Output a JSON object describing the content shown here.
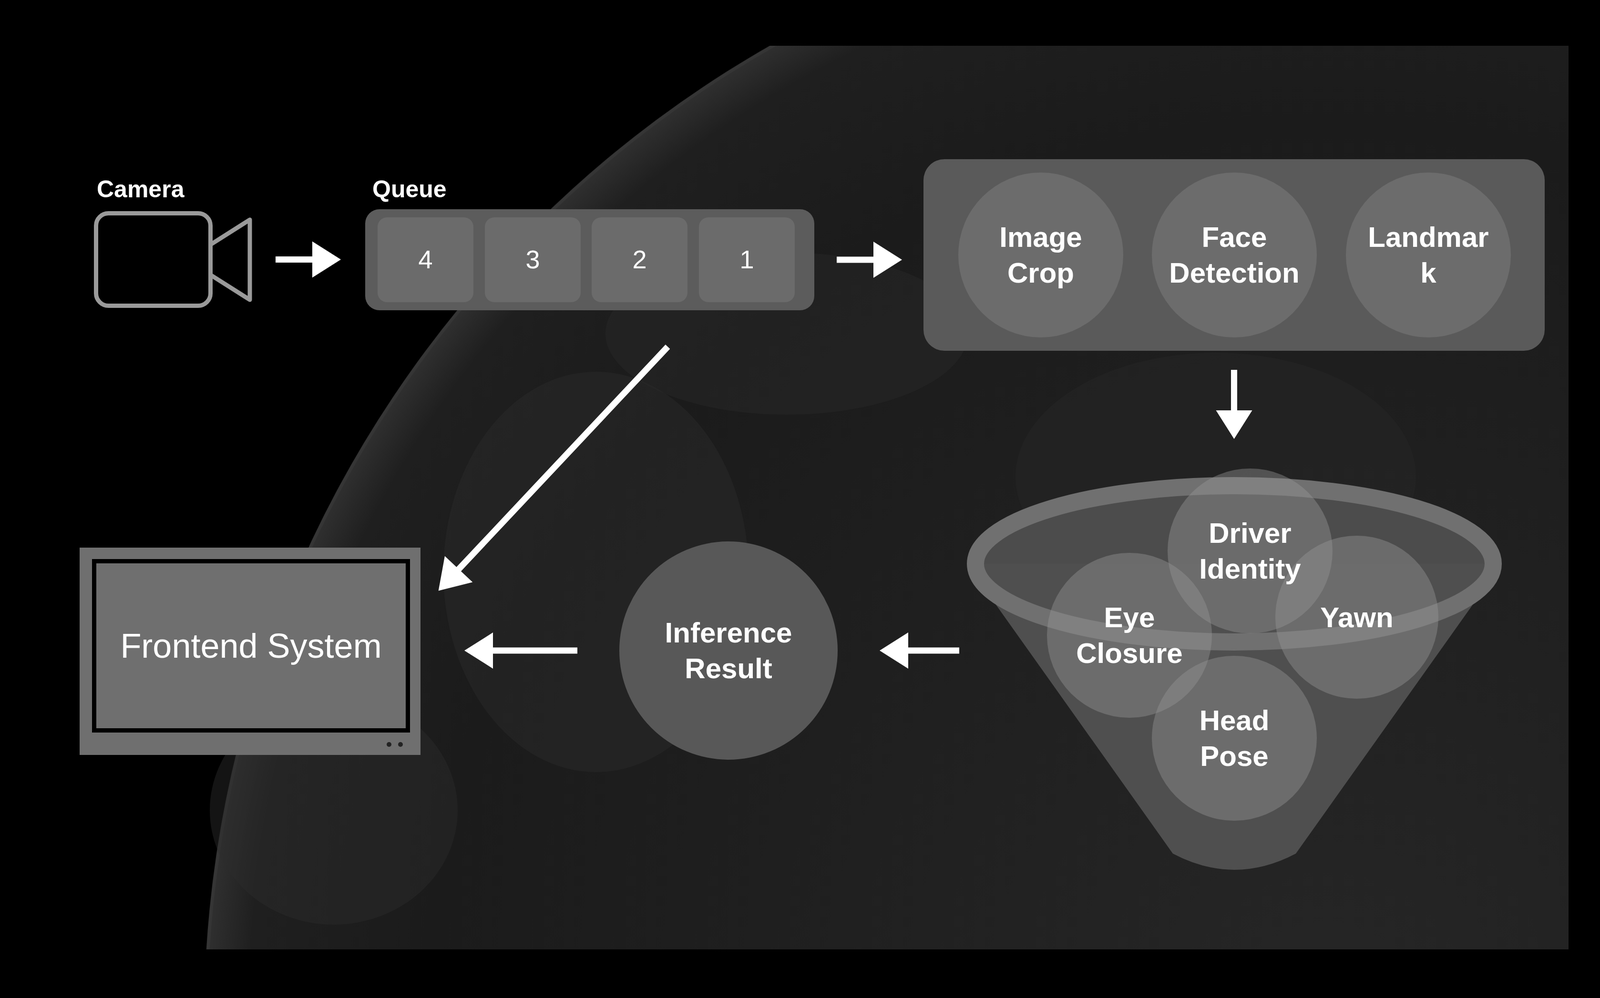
{
  "diagram": {
    "nodes": [
      {
        "text": [
          "Camera"
        ]
      },
      {
        "text": [
          "Queue"
        ]
      },
      {
        "text": [
          "4"
        ],
        "in": 1
      },
      {
        "text": [
          "3"
        ],
        "in": 1
      },
      {
        "text": [
          "2"
        ],
        "in": 1
      },
      {
        "text": [
          "1"
        ],
        "in": 1
      },
      {
        "text": []
      },
      {
        "text": [
          "Image Crop"
        ],
        "in": 6
      },
      {
        "text": [
          "Face Detection"
        ],
        "in": 6
      },
      {
        "text": [
          "Landmar k"
        ],
        "in": 6
      },
      {
        "text": [
          "Frontend System"
        ]
      },
      {
        "text": [
          "Inference Result"
        ]
      },
      {
        "text": []
      },
      {
        "text": [
          "Driver Identity"
        ],
        "in": 12
      },
      {
        "text": [
          "Eye Closure"
        ],
        "in": 12
      },
      {
        "text": [
          "Yawn"
        ],
        "in": 12
      },
      {
        "text": [
          "Head Pose"
        ],
        "in": 12
      }
    ],
    "edges": [
      {
        "from": 0,
        "to": 1,
        "arrow": "to"
      },
      {
        "from": 1,
        "to": 6,
        "arrow": "to"
      },
      {
        "from": 7,
        "to": 8,
        "arrow": "to"
      },
      {
        "from": 8,
        "to": 9,
        "arrow": "to"
      },
      {
        "from": 6,
        "to": 12,
        "arrow": "to"
      },
      {
        "from": 12,
        "to": 11,
        "arrow": "to"
      },
      {
        "from": 11,
        "to": 10,
        "arrow": "to"
      },
      {
        "from": 1,
        "to": 10,
        "arrow": "to"
      }
    ]
  }
}
